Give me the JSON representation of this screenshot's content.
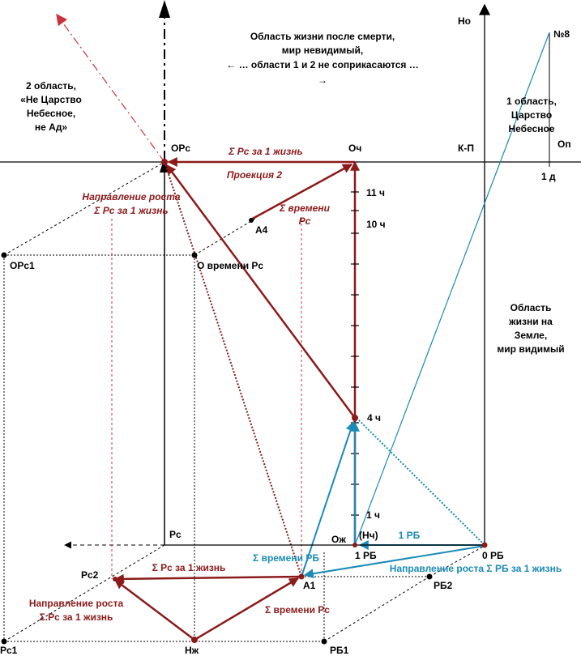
{
  "colors": {
    "black": "#000000",
    "dark_red": "#8b1a1a",
    "cyan": "#1a8bb5",
    "dashdot_red": "#c8323c",
    "background": "#ffffff"
  },
  "regions": {
    "afterlife_line1": "Область жизни после смерти,",
    "afterlife_line2": "мир невидимый,",
    "afterlife_line3": "← … области 1 и 2 не соприкасаются …",
    "afterlife_line4": "→",
    "region2_line1": "2 область,",
    "region2_line2": "«Не Царство",
    "region2_line3": "Небесное,",
    "region2_line4": "не Ад»",
    "region1_line1": "1 область,",
    "region1_line2": "Царство",
    "region1_line3": "Небесное",
    "earth_line1": "Область",
    "earth_line2": "жизни на",
    "earth_line3": "Земле,",
    "earth_line4": "мир видимый"
  },
  "axes": {
    "no": "Но",
    "op": "Оп",
    "one_d": "1 д",
    "kp": "К-П",
    "n8": "№8"
  },
  "points": {
    "orc": "ОРс",
    "och": "Оч",
    "orc1": "ОРс1",
    "o_vremeni_rc": "О времени Рс",
    "a4": "А4",
    "rc": "Рс",
    "ozh": "Ож",
    "nch": "(Нч)",
    "one_rb": "1 РБ",
    "zero_rb": "0 РБ",
    "a1": "А1",
    "rb2": "РБ2",
    "rc2": "Рс2",
    "rc1": "Рс1",
    "nzh": "Нж",
    "rb1": "РБ1"
  },
  "hours": {
    "h11": "11 ч",
    "h10": "10 ч",
    "h4": "4 ч",
    "h1": "1 ч"
  },
  "labels": {
    "sum_rc_top": "Σ Рс за 1 жизнь",
    "projection2": "Проекция  2",
    "sum_time_rc_top_1": "Σ времени",
    "sum_time_rc_top_2": "Рс",
    "growth_rc_top_1": "Направление роста",
    "growth_rc_top_2": "Σ Рс за 1 жизнь",
    "sum_time_rb": "Σ времени РБ",
    "one_rb_arrow": "1 РБ",
    "growth_rb": "Направление роста Σ РБ за 1 жизнь",
    "sum_rc_bottom": "Σ Рс за 1 жизнь",
    "growth_rc_bottom_1": "Направление роста",
    "growth_rc_bottom_2": "Σ.Рс за 1 жизнь",
    "sum_time_rc_bottom": "Σ времени Рс"
  }
}
